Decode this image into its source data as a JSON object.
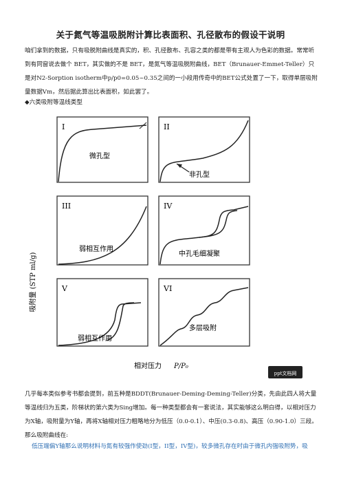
{
  "doc": {
    "title": "关于氮气等温吸脱附计算比表面积、孔径散布的假设干说明",
    "intro": "咱们拿到的数据，只有吸脱附曲线是真实的，积、孔径散布、孔容之类的都是带有主观人为色彩的数据。常常听到有同窗说去做个 BET，其实做的不是 BET，是氮气等温吸脱附曲线，BET（Brunauer-Emmet-Teller）只是对N2-Sorption isotherm中p/p0=0.05~0.35之间的一小段用传奇中的BET公式处置了一下，取得单层吸附量数据Vm，然后据此算出比表面积，如此罢了。",
    "bullet": "◆六类吸附等温线类型",
    "para2": "几乎每本类似参考书都会提到，前五种是BDDT(Brunauer-Deming-Deming-Teller)分类，先由此四人将大量等温线归为五类，阶梯状的第六类为Sing增加。每一种类型都会有一套说法，其实能够这么明白得，以相对压力为X轴，吸附量为Y轴，再将X轴相对压力粗略地分为低压（0.0-0.1）、中压(0.3-0.8)、高压（0.90-1.0）三段。那么吸附曲线在:",
    "para3": "低压端偏Y轴那么说明材料与氮有较强作使劲(I型，II型，IV型)，较多微孔存在时由于微孔内强吸附势，吸"
  },
  "figure": {
    "y_label": "吸附量 (STP ml/g)",
    "x_label": "相对压力",
    "x_unit": "P/P₀",
    "watermark": "ppt文档网",
    "panels": [
      {
        "id": "I",
        "numeral": "I",
        "label": "微孔型"
      },
      {
        "id": "II",
        "numeral": "II",
        "label": "非孔型"
      },
      {
        "id": "III",
        "numeral": "III",
        "label": "弱相互作用"
      },
      {
        "id": "IV",
        "numeral": "IV",
        "label": "中孔毛细凝聚"
      },
      {
        "id": "V",
        "numeral": "V",
        "label": "弱相互作用"
      },
      {
        "id": "VI",
        "numeral": "VI",
        "label": "多层吸附"
      }
    ]
  }
}
